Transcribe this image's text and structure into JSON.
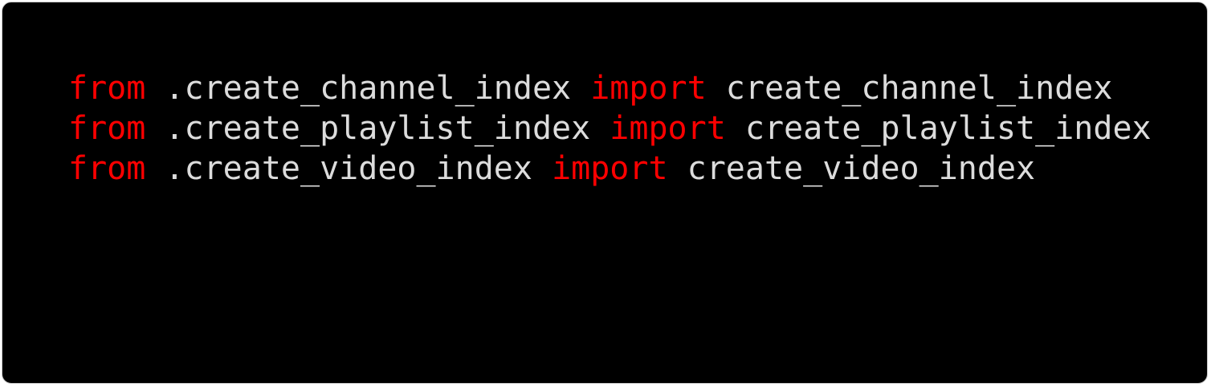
{
  "colors": {
    "background": "#000000",
    "keyword": "#ff0000",
    "text": "#dcdcdc"
  },
  "code": {
    "lines": [
      {
        "kw1": "from",
        "module": " .create_channel_index ",
        "kw2": "import",
        "name": " create_channel_index"
      },
      {
        "kw1": "from",
        "module": " .create_playlist_index ",
        "kw2": "import",
        "name": " create_playlist_index"
      },
      {
        "kw1": "from",
        "module": " .create_video_index ",
        "kw2": "import",
        "name": " create_video_index"
      }
    ]
  }
}
